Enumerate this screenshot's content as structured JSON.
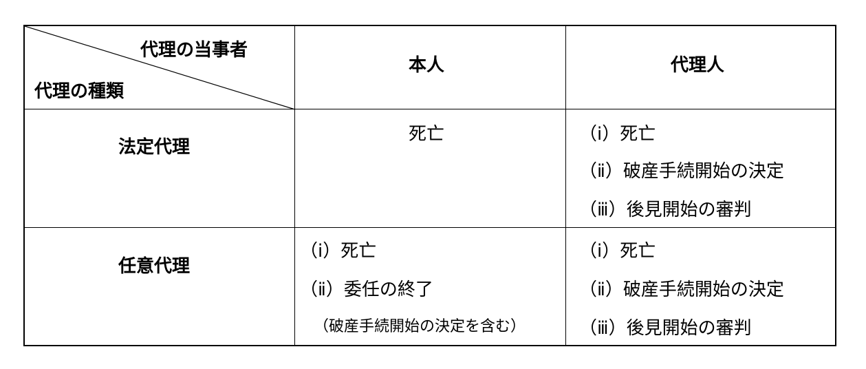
{
  "header": {
    "corner_top": "代理の当事者",
    "corner_bottom": "代理の種類",
    "col_principal": "本人",
    "col_agent": "代理人"
  },
  "rows": [
    {
      "label": "法定代理",
      "principal": [
        "死亡"
      ],
      "agent": [
        "（ⅰ）死亡",
        "（ⅱ）破産手続開始の決定",
        "（ⅲ）後見開始の審判"
      ]
    },
    {
      "label": "任意代理",
      "principal": [
        "（ⅰ）死亡",
        "（ⅱ）委任の終了"
      ],
      "principal_note": "（破産手続開始の決定を含む）",
      "agent": [
        "（ⅰ）死亡",
        "（ⅱ）破産手続開始の決定",
        "（ⅲ）後見開始の審判"
      ]
    }
  ]
}
